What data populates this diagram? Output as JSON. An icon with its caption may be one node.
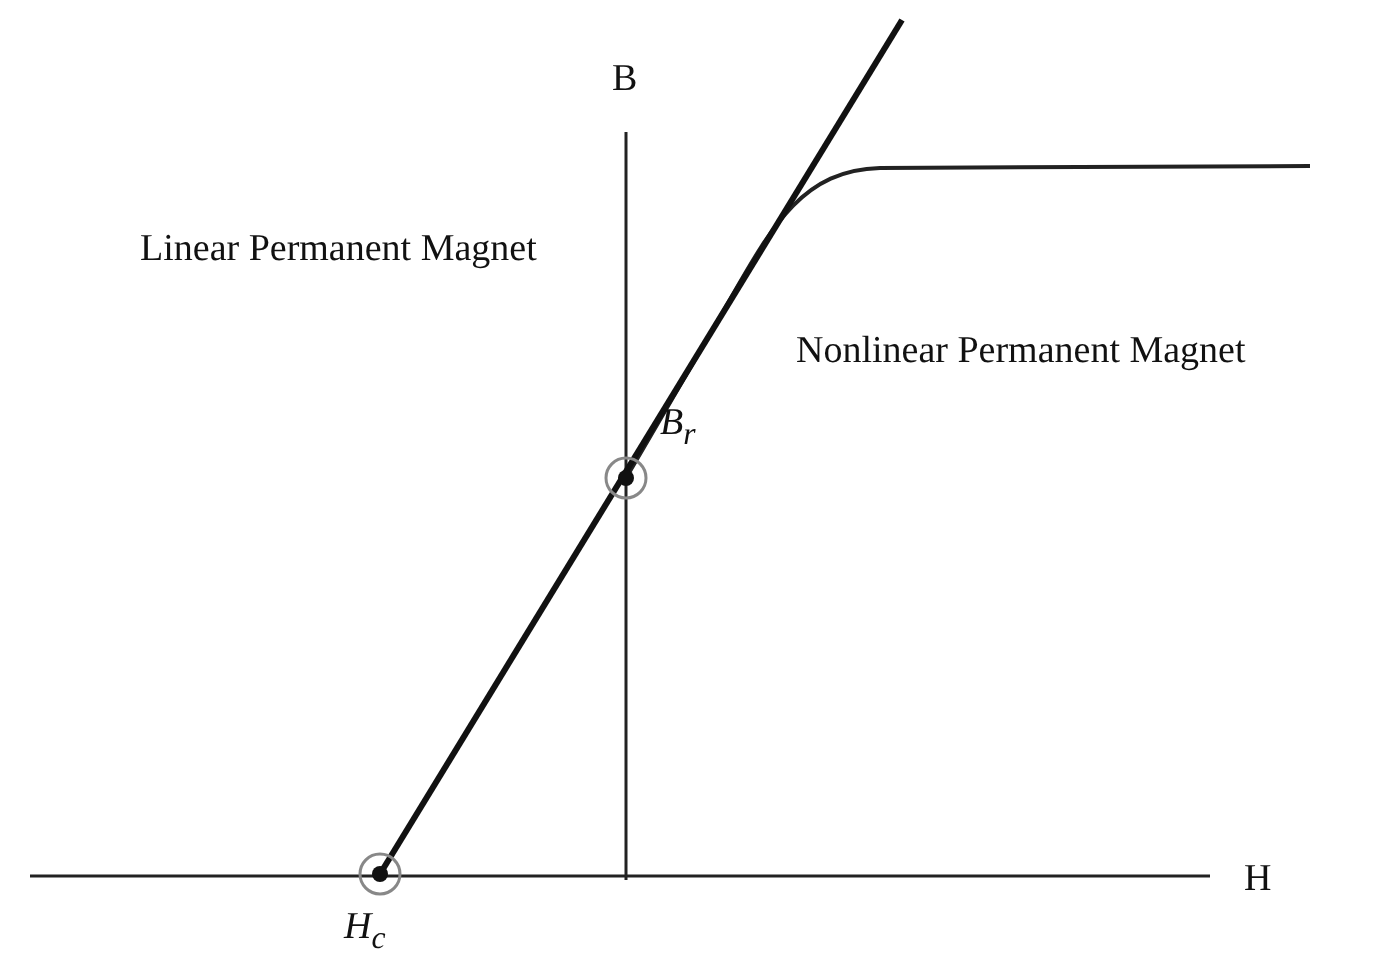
{
  "diagram": {
    "labels": [
      "B",
      "Linear Permanent Magnet",
      "Nonlinear Permanent Magnet",
      "B$_{r}$",
      "H$_{c}$",
      "H"
    ]
  }
}
